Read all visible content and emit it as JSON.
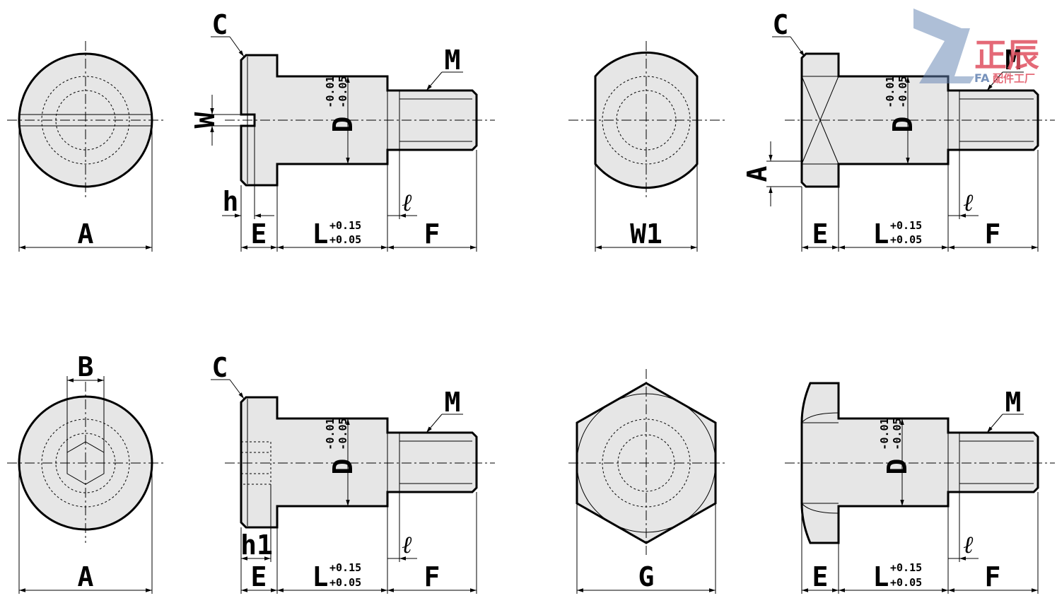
{
  "labels": {
    "A": "A",
    "C": "C",
    "M": "M",
    "W": "W",
    "h": "h",
    "h1": "h1",
    "E": "E",
    "F": "F",
    "W1": "W1",
    "B": "B",
    "G": "G",
    "L": "L",
    "D": "D",
    "ell": "ℓ"
  },
  "tolerances": {
    "L_upper": "+0.15",
    "L_lower": "+0.05",
    "D_upper": "-0.01",
    "D_lower": "-0.05"
  },
  "watermark": {
    "brand": "正辰",
    "fa": "FA",
    "sub": "配件工厂"
  },
  "colors": {
    "part_fill": "#e6e6e6",
    "line": "#000000",
    "watermark_red": "#e05060",
    "watermark_blue": "#6080b0"
  }
}
